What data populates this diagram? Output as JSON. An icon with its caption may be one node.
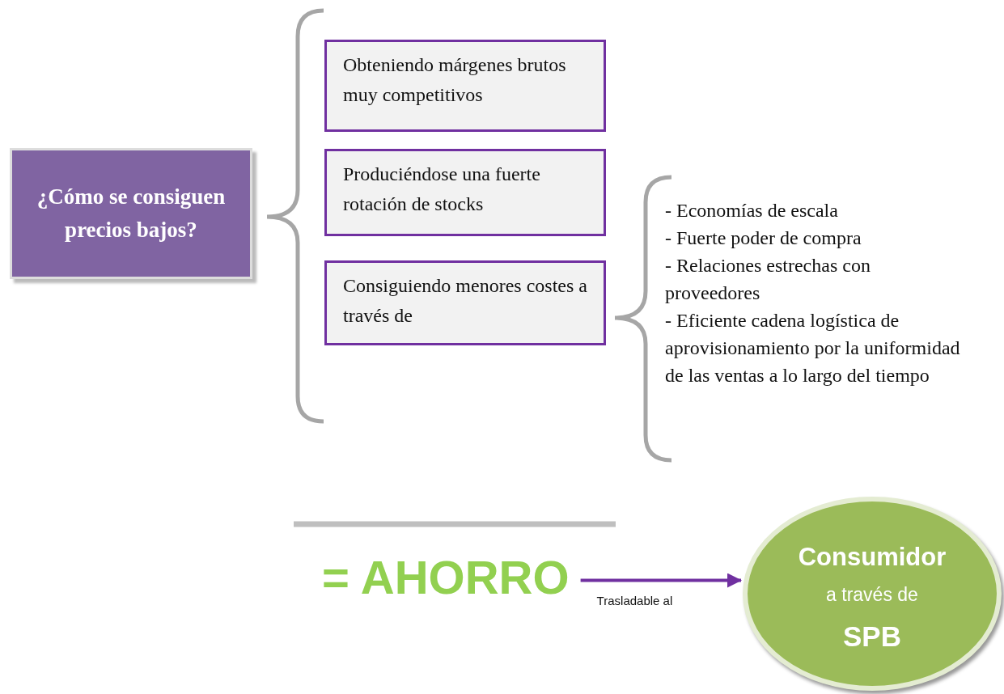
{
  "diagram": {
    "nodes": [
      {
        "text": [
          "¿Cómo se consiguen precios bajos?"
        ]
      },
      {
        "text": [
          "Obteniendo márgenes brutos muy competitivos"
        ]
      },
      {
        "text": [
          "Produciéndose una fuerte rotación de stocks"
        ]
      },
      {
        "text": [
          "Consiguiendo menores costes a través de"
        ]
      },
      {
        "text": [
          "= AHORRO"
        ]
      },
      {
        "text": [
          "Consumidor",
          "a través de",
          "SPB"
        ]
      }
    ],
    "edges": [
      {
        "from": 4,
        "to": 5,
        "arrow": "to",
        "label": "Trasladable al"
      }
    ],
    "labels": [
      "- Economías de escala",
      "- Fuerte poder de compra",
      "- Relaciones estrechas con proveedores",
      "- Eficiente cadena logística de aprovisionamiento por la uniformidad de las ventas a lo largo del tiempo"
    ]
  }
}
